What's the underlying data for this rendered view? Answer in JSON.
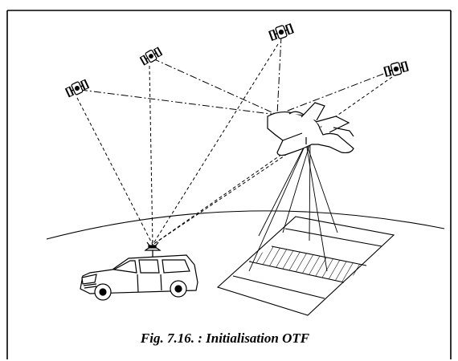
{
  "figure": {
    "caption": "Fig. 7.16. : Initialisation OTF",
    "line_color": "#000000",
    "background": "#ffffff",
    "elements": {
      "satellites": 4,
      "aircraft": 1,
      "vehicle": 1,
      "ground_grid": 1
    }
  }
}
